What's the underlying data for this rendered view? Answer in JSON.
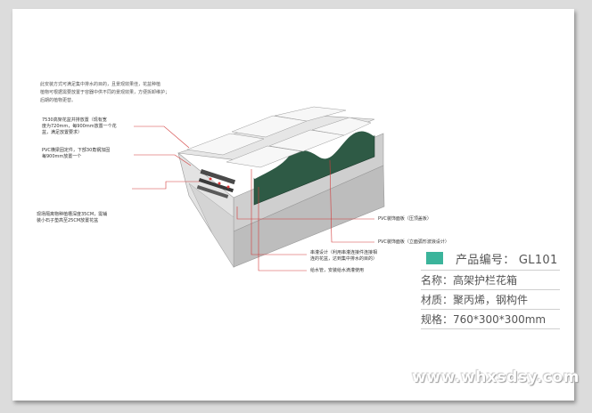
{
  "intro": {
    "lines": [
      "此安装方式可满足集中排水的目的，且景观效果佳，花盆种植",
      "植物可根据需要放置于容器中供不同的景观效果，方便拆卸维护；",
      "后期的植物更替。"
    ]
  },
  "notes": {
    "bracket": [
      "7530高架花盆并排放置（现有宽",
      "度为720mm，每900mm放置一个花",
      "盆，满足放置要求）"
    ],
    "pvc_beam": [
      "PVC横梁固定件，下部30角钢加固",
      "每900mm放置一个"
    ],
    "soil": [
      "现场隔离物种植槽深度35CM，需铺",
      "装小石子垫高至25CM放置花盆"
    ],
    "pvc_panel_flat": "PVC装饰面板（压顶盖板）",
    "pvc_panel_wave": "PVC装饰面板（立面弧形波浪设计）",
    "irrigation": [
      "串灌设计（利用串灌连接件连接相",
      "连的花盆，达到集中排水的目的）"
    ],
    "water_pipe": "给水管，安装给水滴灌使用"
  },
  "product": {
    "code_label": "产品编号：  GL101",
    "swatch_color": "#3bb49b",
    "name": "名称：高架护栏花箱",
    "material": "材质：聚丙烯，钢构件",
    "size": "规格：760*300*300mm"
  },
  "watermark": "www.whxsdsy.com"
}
